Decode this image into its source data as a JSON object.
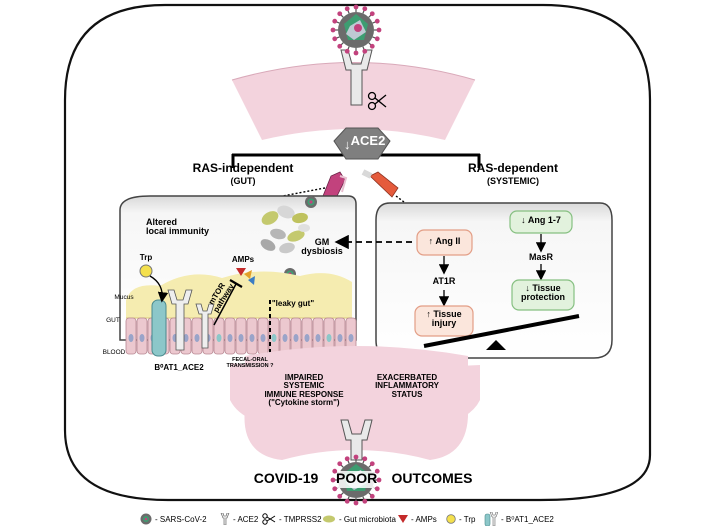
{
  "top": {
    "receptor": "ACE2"
  },
  "branches": {
    "left": {
      "title": "RAS-independent",
      "sub": "(GUT)"
    },
    "right": {
      "title": "RAS-dependent",
      "sub": "(SYSTEMIC)"
    }
  },
  "gut": {
    "altered": "Altered\nlocal immunity",
    "gm_dysbiosis": "GM\ndysbiosis",
    "trp": "Trp",
    "amps": "AMPs",
    "mtor": "mTOR\npathway",
    "leaky_gut": "\"leaky gut\"",
    "mucus": "Mucus",
    "gut_label": "GUT",
    "blood_label": "BLOOD",
    "b0at1": "B⁰AT1_ACE2",
    "fecal_oral": "FECAL-ORAL\nTRANSMISSION ?"
  },
  "ras": {
    "ang2": "↑ Ang II",
    "at1r": "AT1R",
    "tissue_injury": "↑ Tissue\ninjury",
    "ang17": "↓ Ang 1-7",
    "masr": "MasR",
    "tissue_protection": "↓ Tissue\nprotection"
  },
  "bottom": {
    "impaired": "IMPAIRED\nSYSTEMIC\nIMMUNE RESPONSE\n(\"Cytokine storm\")",
    "exacerbated": "EXACERBATED\nINFLAMMATORY\nSTATUS",
    "covid": "COVID-19",
    "poor": "POOR",
    "outcomes": "OUTCOMES"
  },
  "legend": [
    {
      "icon": "virus-icon",
      "text": "- SARS-CoV-2"
    },
    {
      "icon": "ace2-icon",
      "text": "- ACE2"
    },
    {
      "icon": "scissors-icon",
      "text": "- TMPRSS2"
    },
    {
      "icon": "microbiota-icon",
      "text": "- Gut microbiota"
    },
    {
      "icon": "amp-icon",
      "text": "- AMPs"
    },
    {
      "icon": "trp-icon",
      "text": "- Trp"
    },
    {
      "icon": "b0at1-ace2-icon",
      "text": "- B⁰AT1_ACE2"
    }
  ],
  "colors": {
    "pink": "#f3d3dd",
    "gut_yellow": "#f5ecb0",
    "cell_pink": "#ecc8cf",
    "teal": "#8cc7c9",
    "virus_green": "#3d9d71",
    "virus_magenta": "#c2427d",
    "ang2_fill": "#fbe6dc",
    "ang17_fill": "#e2f2dd",
    "box_gray": "#e8e8e8"
  }
}
